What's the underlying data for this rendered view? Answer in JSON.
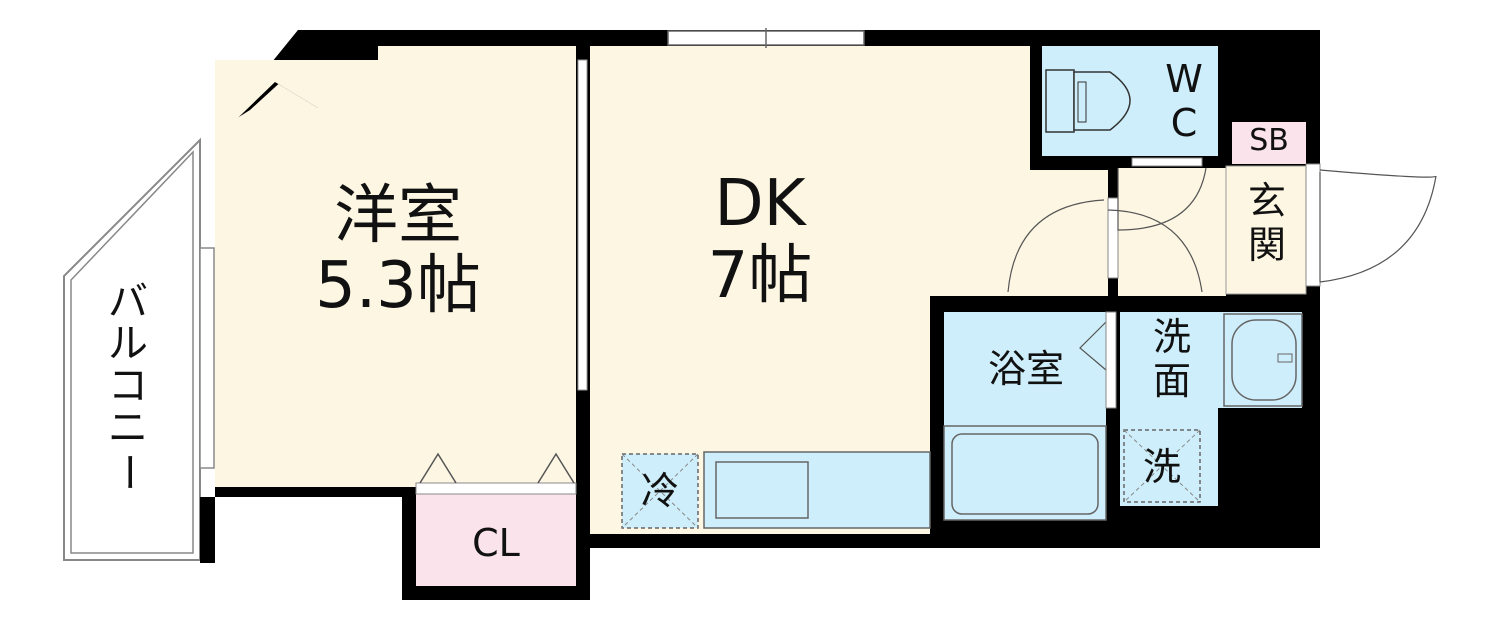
{
  "rooms": {
    "western_room": {
      "name": "洋室",
      "size": "5.3帖"
    },
    "dk": {
      "name": "DK",
      "size": "7帖"
    },
    "wc": {
      "line1": "W",
      "line2": "C"
    },
    "shoe_box": "SB",
    "entrance": {
      "line1": "玄",
      "line2": "関"
    },
    "bathroom": "浴室",
    "washroom": {
      "line1": "洗",
      "line2": "面"
    },
    "closet": "CL",
    "balcony": {
      "c1": "バ",
      "c2": "ル",
      "c3": "コ",
      "c4": "ニ",
      "c5": "ー"
    }
  },
  "fixtures": {
    "fridge": "冷",
    "washer": "洗"
  },
  "colors": {
    "wall": "#000000",
    "living_floor": "#fdf6e3",
    "wet_area": "#cdeefa",
    "closet": "#fbe3ec",
    "shoe_box": "#fbe3ec",
    "entrance": "#fdf6e3"
  }
}
